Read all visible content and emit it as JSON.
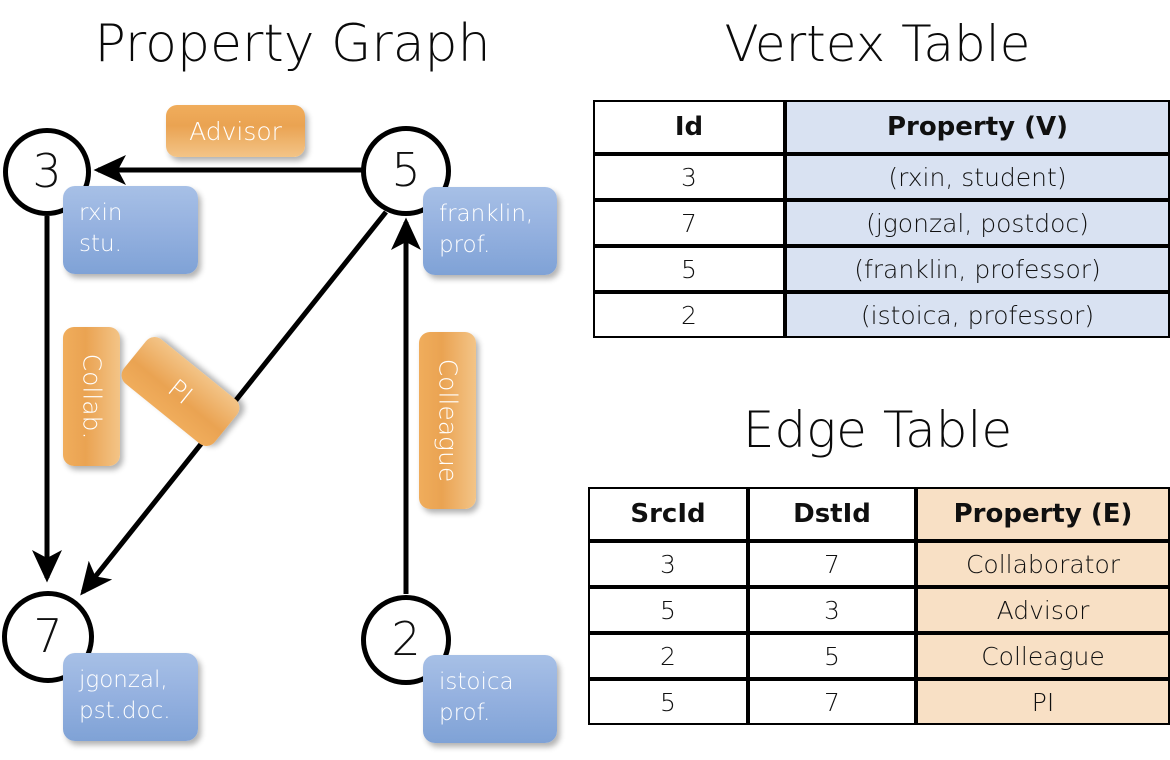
{
  "titles": {
    "property_graph": "Property Graph",
    "vertex_table": "Vertex Table",
    "edge_table": "Edge Table"
  },
  "colors": {
    "vertex_property_fill": "#d9e2f2",
    "edge_property_fill": "#f8e0c5",
    "bubble_blue": "#96b2e0",
    "chip_orange": "#eaa352",
    "stroke": "#000000"
  },
  "graph": {
    "vertices": [
      {
        "id": "3",
        "property": "rxin\nstu."
      },
      {
        "id": "5",
        "property": "franklin,\nprof."
      },
      {
        "id": "7",
        "property": "jgonzal,\npst.doc."
      },
      {
        "id": "2",
        "property": "istoica\nprof."
      }
    ],
    "edge_labels": [
      {
        "name": "advisor",
        "label": "Advisor"
      },
      {
        "name": "collab",
        "label": "Collab."
      },
      {
        "name": "pi",
        "label": "PI"
      },
      {
        "name": "colleague",
        "label": "Colleague"
      }
    ]
  },
  "vertex_table": {
    "headers": [
      "Id",
      "Property (V)"
    ],
    "rows": [
      {
        "id": "3",
        "property": "(rxin, student)"
      },
      {
        "id": "7",
        "property": "(jgonzal, postdoc)"
      },
      {
        "id": "5",
        "property": "(franklin, professor)"
      },
      {
        "id": "2",
        "property": "(istoica, professor)"
      }
    ]
  },
  "edge_table": {
    "headers": [
      "SrcId",
      "DstId",
      "Property (E)"
    ],
    "rows": [
      {
        "src": "3",
        "dst": "7",
        "property": "Collaborator"
      },
      {
        "src": "5",
        "dst": "3",
        "property": "Advisor"
      },
      {
        "src": "2",
        "dst": "5",
        "property": "Colleague"
      },
      {
        "src": "5",
        "dst": "7",
        "property": "PI"
      }
    ]
  }
}
